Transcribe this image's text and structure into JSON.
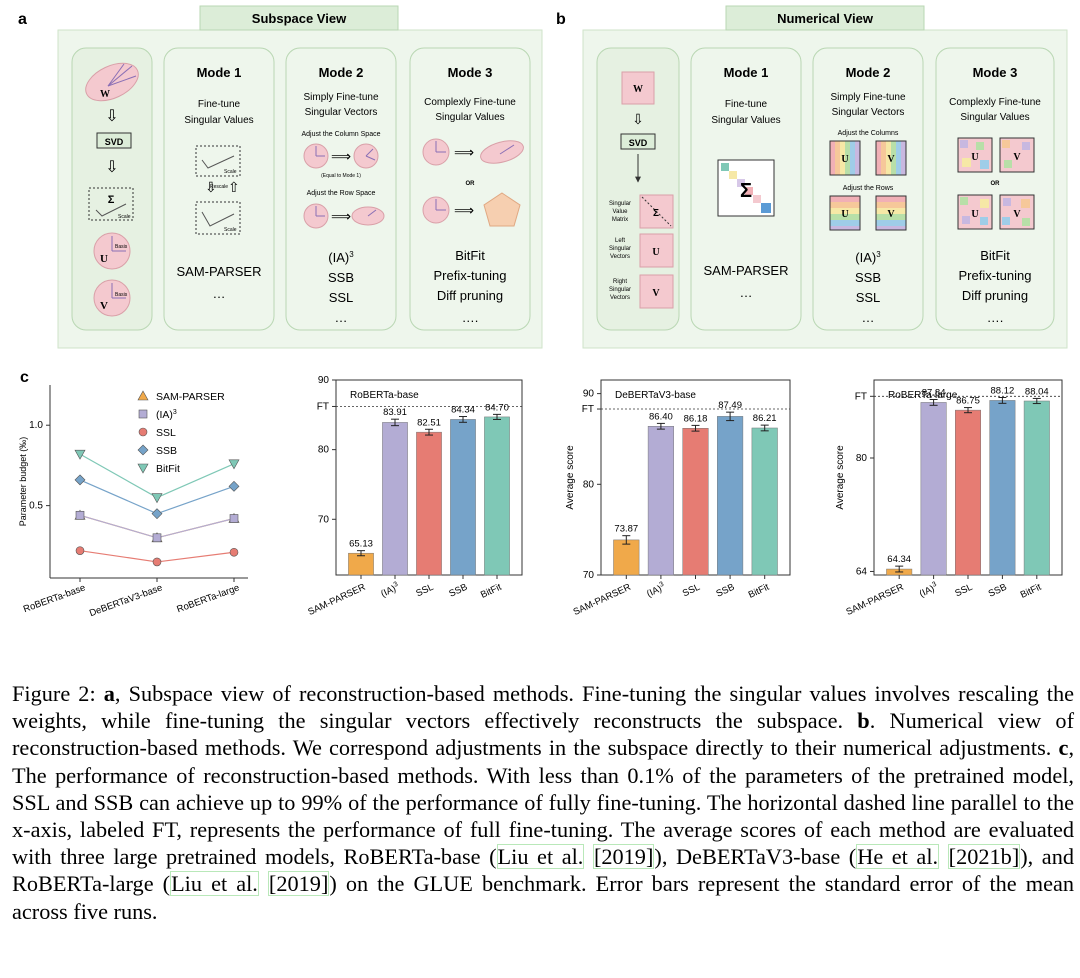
{
  "panel_letters": {
    "a": "a",
    "b": "b",
    "c": "c"
  },
  "panel_a": {
    "header": "Subspace View",
    "left": {
      "w": "W",
      "svd": "SVD",
      "sigma": "Σ",
      "scale": "Scale",
      "u": "U",
      "v": "V",
      "basis": "Basis"
    },
    "mode1": {
      "title": "Mode 1",
      "desc": [
        "Fine-tune",
        "Singular Values"
      ],
      "scale": "Scale",
      "rescale": "Rescale",
      "methods": [
        "SAM-PARSER",
        "…"
      ]
    },
    "mode2": {
      "title": "Mode 2",
      "desc": [
        "Simply Fine-tune",
        "Singular Vectors"
      ],
      "adjust_col": "Adjust the Column Space",
      "equal_note": "(Equal to Mode 1)",
      "adjust_row": "Adjust the Row Space",
      "methods": [
        "(IA)",
        "SSB",
        "SSL",
        "…"
      ],
      "sup": "3"
    },
    "mode3": {
      "title": "Mode 3",
      "desc": [
        "Complexly Fine-tune",
        "Singular Values"
      ],
      "or": "OR",
      "methods": [
        "BitFit",
        "Prefix-tuning",
        "Diff pruning",
        "…."
      ]
    }
  },
  "panel_b": {
    "header": "Numerical View",
    "left": {
      "w": "W",
      "svd": "SVD",
      "svm": [
        "Singular",
        "Value",
        "Matrix"
      ],
      "lsv": [
        "Left",
        "Singular",
        "Vectors"
      ],
      "rsv": [
        "Right",
        "Singular",
        "Vectors"
      ],
      "sigma": "Σ",
      "u": "U",
      "v": "V"
    },
    "mode1": {
      "title": "Mode 1",
      "desc": [
        "Fine-tune",
        "Singular Values"
      ],
      "methods": [
        "SAM-PARSER",
        "…"
      ]
    },
    "mode2": {
      "title": "Mode 2",
      "desc": [
        "Simply Fine-tune",
        "Singular Vectors"
      ],
      "adjust_cols": "Adjust the Columns",
      "adjust_rows": "Adjust the Rows",
      "methods": [
        "(IA)",
        "SSB",
        "SSL",
        "…"
      ],
      "sup": "3"
    },
    "mode3": {
      "title": "Mode 3",
      "desc": [
        "Complexly Fine-tune",
        "Singular Values"
      ],
      "or": "OR",
      "methods": [
        "BitFit",
        "Prefix-tuning",
        "Diff pruning",
        "…."
      ]
    }
  },
  "colors": {
    "sam": "#f0a94a",
    "ia3": "#b3acd4",
    "ssl": "#e67c73",
    "ssb": "#76a3c9",
    "bitfit": "#7fc8b6",
    "green_bg": "#eef6ec",
    "green_border": "#b9d7b3",
    "header_bg": "#dcedd8"
  },
  "chart_data": [
    {
      "type": "line",
      "ylabel": "Parameter budget (‰)",
      "categories": [
        "RoBERTa-base",
        "DeBERTaV3-base",
        "RoBERTa-large"
      ],
      "yticks": [
        "0.5",
        "1.0"
      ],
      "ylim": [
        0.05,
        1.25
      ],
      "legend": "top-right",
      "series": [
        {
          "name": "SAM-PARSER",
          "marker": "triangle",
          "color": "#f0a94a",
          "values": [
            0.44,
            0.3,
            0.42
          ]
        },
        {
          "name": "(IA)",
          "sup": "3",
          "marker": "square",
          "color": "#b3acd4",
          "values": [
            0.44,
            0.3,
            0.42
          ]
        },
        {
          "name": "SSL",
          "marker": "circle",
          "color": "#e67c73",
          "values": [
            0.22,
            0.15,
            0.21
          ]
        },
        {
          "name": "SSB",
          "marker": "diamond",
          "color": "#76a3c9",
          "values": [
            0.66,
            0.45,
            0.62
          ]
        },
        {
          "name": "BitFit",
          "marker": "tri-down",
          "color": "#7fc8b6",
          "values": [
            0.82,
            0.55,
            0.76
          ]
        }
      ]
    },
    {
      "type": "bar",
      "title": "RoBERTa-base",
      "ylabel": "",
      "ylim": [
        62,
        90
      ],
      "ft": 86.2,
      "ft_label": "FT",
      "yticks": [
        70,
        80,
        90
      ],
      "categories": [
        "SAM-PARSER",
        "(IA)",
        "SSL",
        "SSB",
        "BitFit"
      ],
      "sups": [
        "",
        "3",
        "",
        "",
        ""
      ],
      "values": [
        65.13,
        83.91,
        82.51,
        84.34,
        84.7
      ],
      "labels": [
        "65.13",
        "83.91",
        "82.51",
        "84.34",
        "84.70"
      ],
      "errors": [
        0.15,
        0.25,
        0.2,
        0.2,
        0.15
      ]
    },
    {
      "type": "bar",
      "title": "DeBERTaV3-base",
      "ylabel": "Average score",
      "ylim": [
        70,
        91.5
      ],
      "ft": 88.3,
      "ft_label": "FT",
      "yticks": [
        70,
        80,
        90
      ],
      "categories": [
        "SAM-PARSER",
        "(IA)",
        "SSL",
        "SSB",
        "BitFit"
      ],
      "sups": [
        "",
        "3",
        "",
        "",
        ""
      ],
      "values": [
        73.87,
        86.4,
        86.18,
        87.49,
        86.21
      ],
      "labels": [
        "73.87",
        "86.40",
        "86.18",
        "87.49",
        "86.21"
      ],
      "errors": [
        0.3,
        0.15,
        0.15,
        0.3,
        0.15
      ]
    },
    {
      "type": "bar",
      "title": "RoBERTa-large",
      "ylabel": "Average score",
      "ylim": [
        63.5,
        91
      ],
      "ft": 88.7,
      "ft_label": "FT",
      "yticks": [
        64,
        80
      ],
      "categories": [
        "SAM-PARSER",
        "(IA)",
        "SSL",
        "SSB",
        "BitFit"
      ],
      "sups": [
        "",
        "3",
        "",
        "",
        ""
      ],
      "values": [
        64.34,
        87.84,
        86.75,
        88.12,
        88.04
      ],
      "labels": [
        "64.34",
        "87.84",
        "86.75",
        "88.12",
        "88.04"
      ],
      "errors": [
        0.2,
        0.2,
        0.15,
        0.2,
        0.15
      ]
    }
  ],
  "caption": {
    "fig": "Figure 2:",
    "a_letter": "a",
    "a_text": ", Subspace view of reconstruction-based methods. Fine-tuning the singular values involves rescaling the weights, while fine-tuning the singular vectors effectively reconstructs the subspace.",
    "b_letter": "b",
    "b_text": ". Numerical view of reconstruction-based methods. We correspond adjustments in the subspace directly to their numerical adjustments.",
    "c_letter": "c",
    "c_text": ", The performance of reconstruction-based methods. With less than 0.1% of the parameters of the pretrained model, SSL and SSB can achieve up to 99% of the performance of fully fine-tuning. The horizontal dashed line parallel to the x-axis, labeled FT, represents the performance of full fine-tuning. The average scores of each method are evaluated with three large pretrained models, RoBERTa-base (",
    "cite1a": "Liu et al.",
    "cite1b": "[2019]",
    "mid1": "), DeBERTaV3-base (",
    "cite2a": "He et al.",
    "cite2b": "[2021b]",
    "mid2": "), and RoBERTa-large (",
    "cite3a": "Liu et al.",
    "cite3b": "[2019]",
    "end": ") on the GLUE benchmark. Error bars represent the standard error of the mean across five runs."
  }
}
